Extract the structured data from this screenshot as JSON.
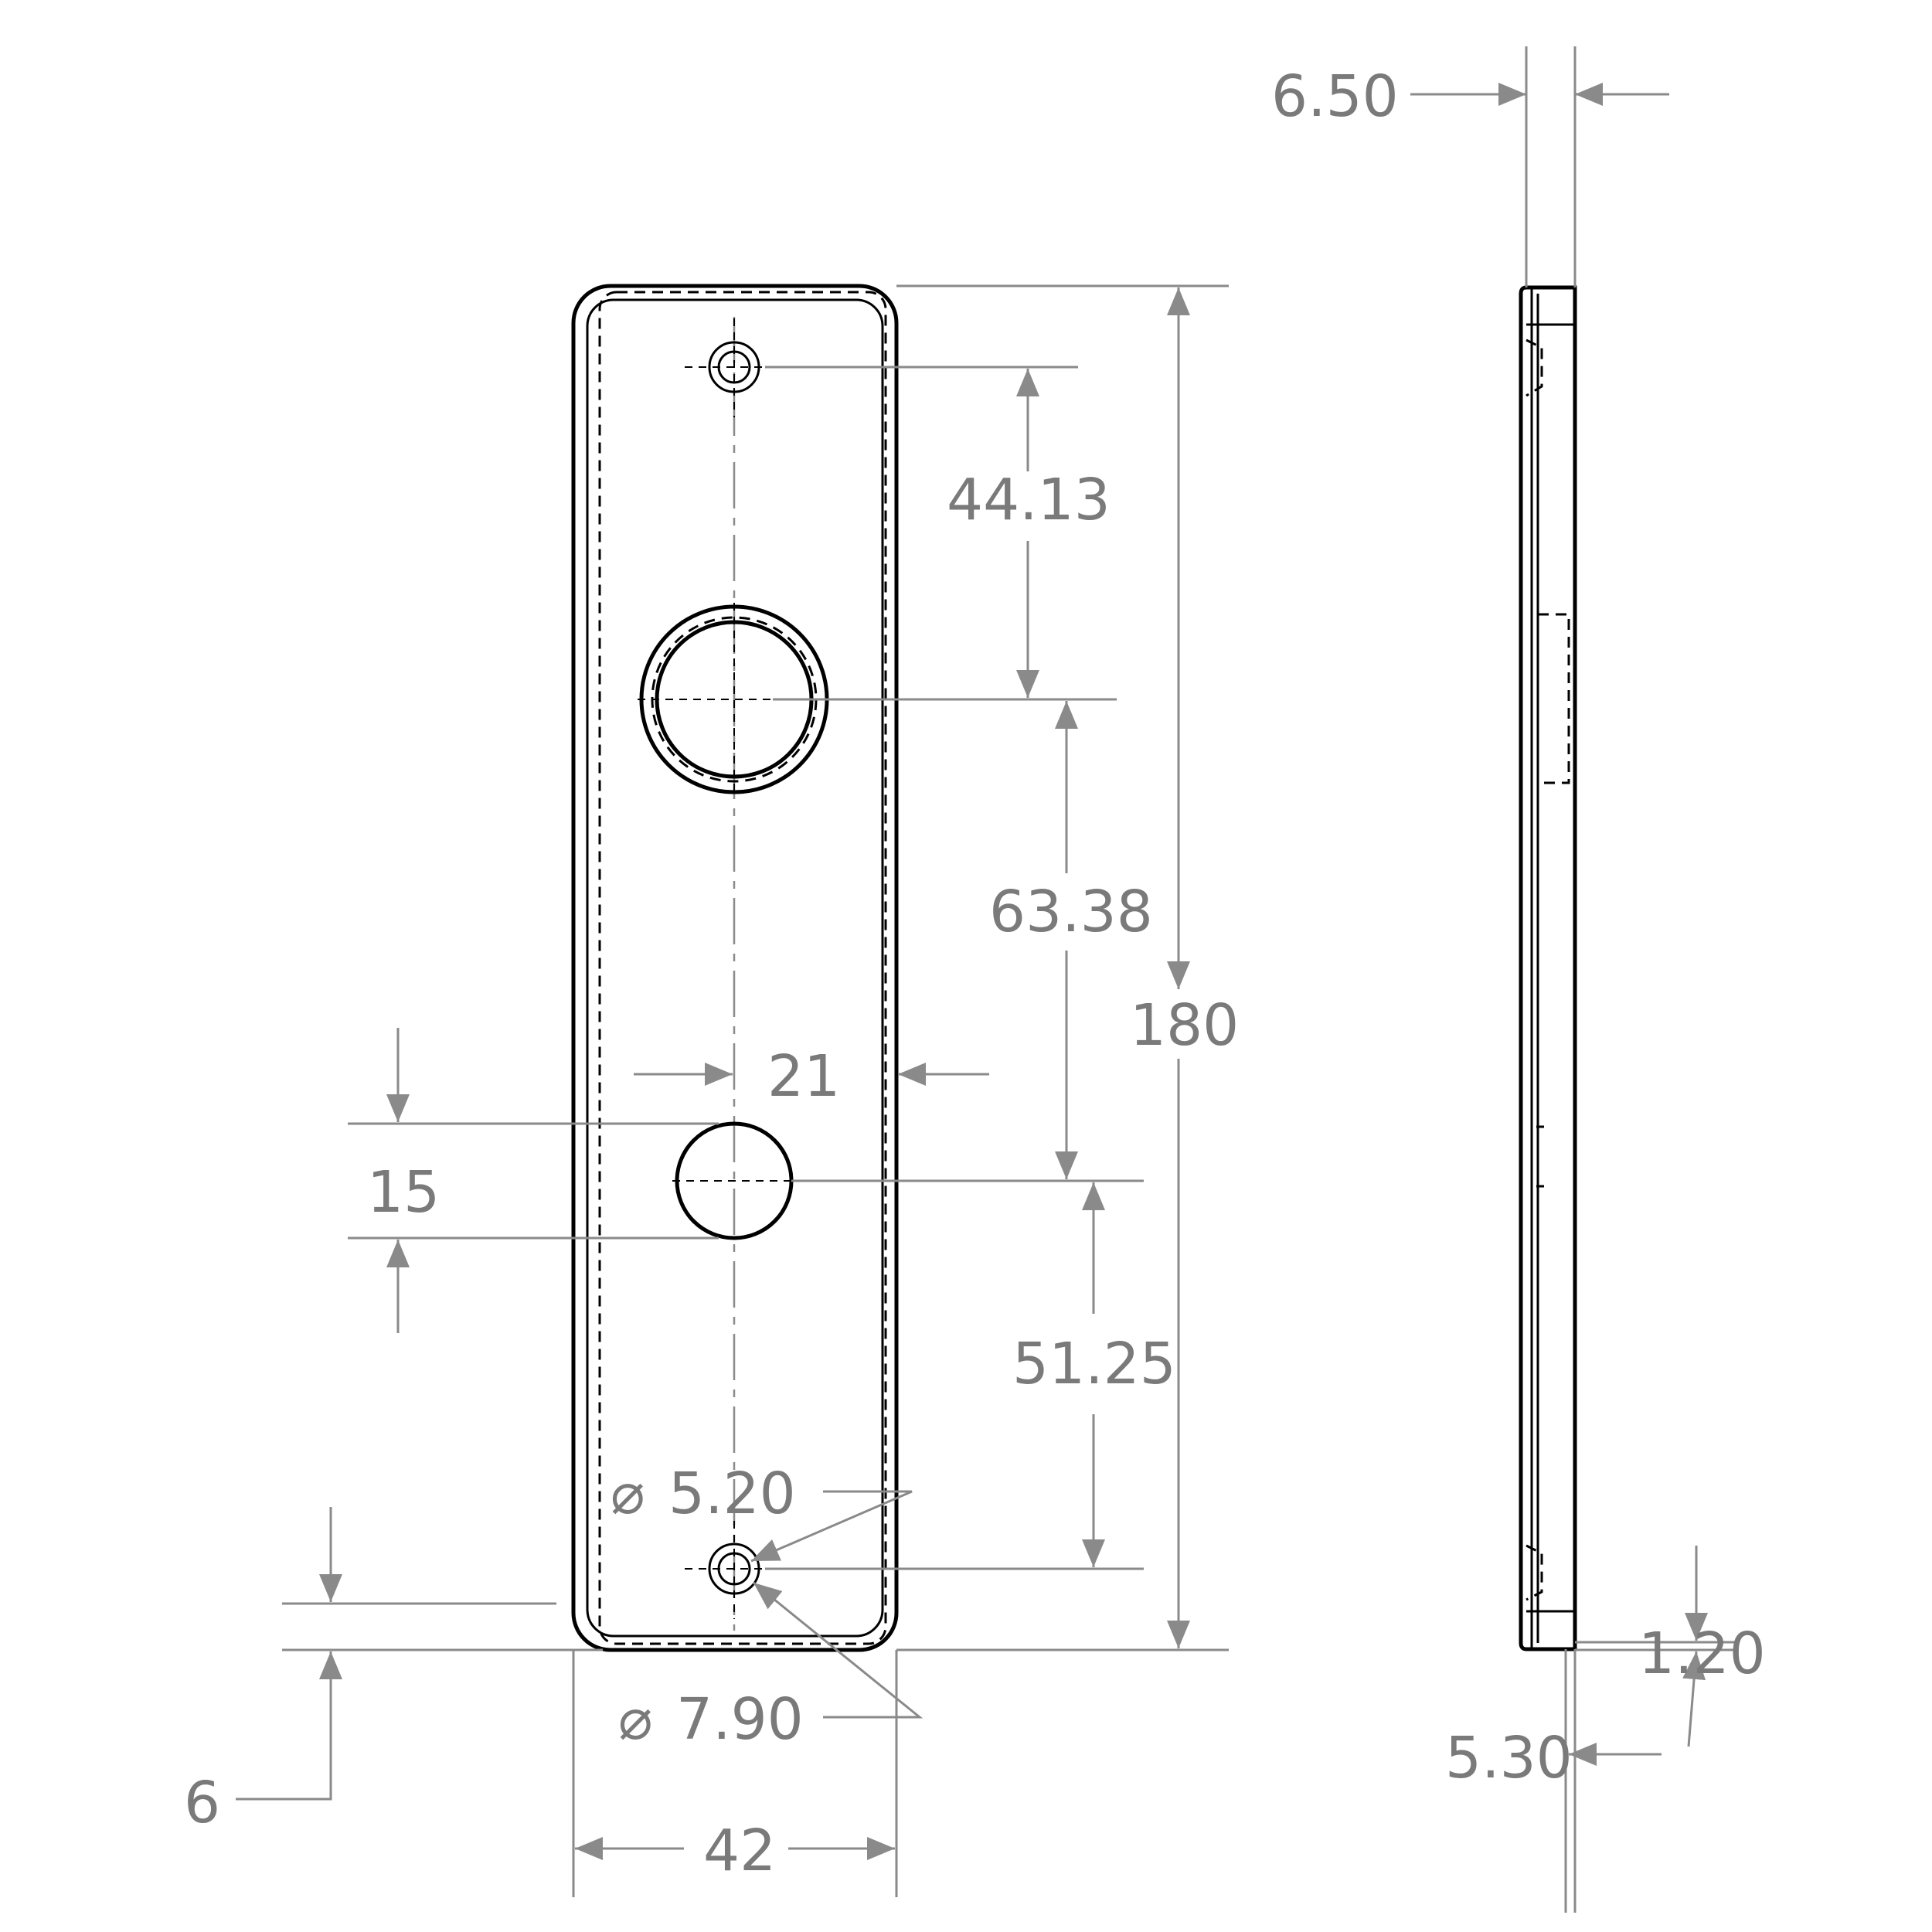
{
  "dimensions": {
    "overall_thickness": "6.50",
    "top_hole_to_knob": "44.13",
    "knob_to_key_hole": "63.38",
    "overall_height": "180",
    "hole_offset_from_edge": "21",
    "key_hole_diameter": "15",
    "key_hole_to_bottom_hole": "51.25",
    "screw_hole_inner_diameter": "5.20",
    "screw_hole_outer_diameter": "7.90",
    "bottom_hole_to_edge": "6",
    "plate_width": "42",
    "edge_step": "1.20",
    "plate_thickness": "5.30"
  },
  "symbols": {
    "diameter": "⌀"
  }
}
